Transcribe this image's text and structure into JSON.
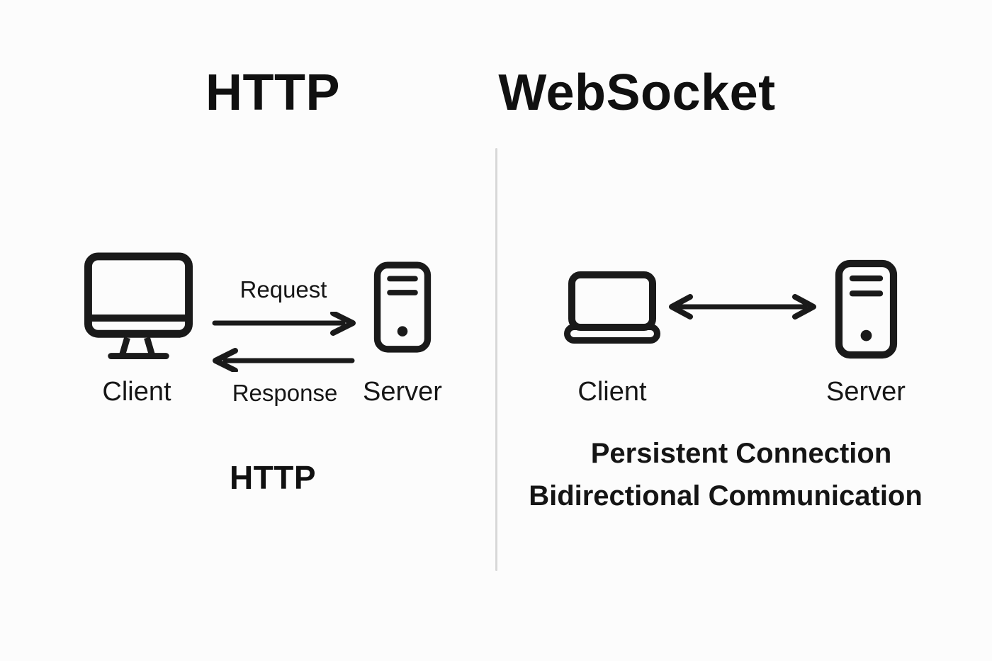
{
  "page": {
    "background_color": "#fcfcfc",
    "ink_color": "#1a1a1a",
    "divider_color": "#d8d8d8"
  },
  "http_panel": {
    "title": "HTTP",
    "client_label": "Client",
    "server_label": "Server",
    "request_label": "Request",
    "response_label": "Response",
    "caption": "HTTP"
  },
  "websocket_panel": {
    "title": "WebSocket",
    "client_label": "Client",
    "server_label": "Server",
    "caption_line1": "Persistent Connection",
    "caption_line2": "Bidirectional Communication"
  }
}
